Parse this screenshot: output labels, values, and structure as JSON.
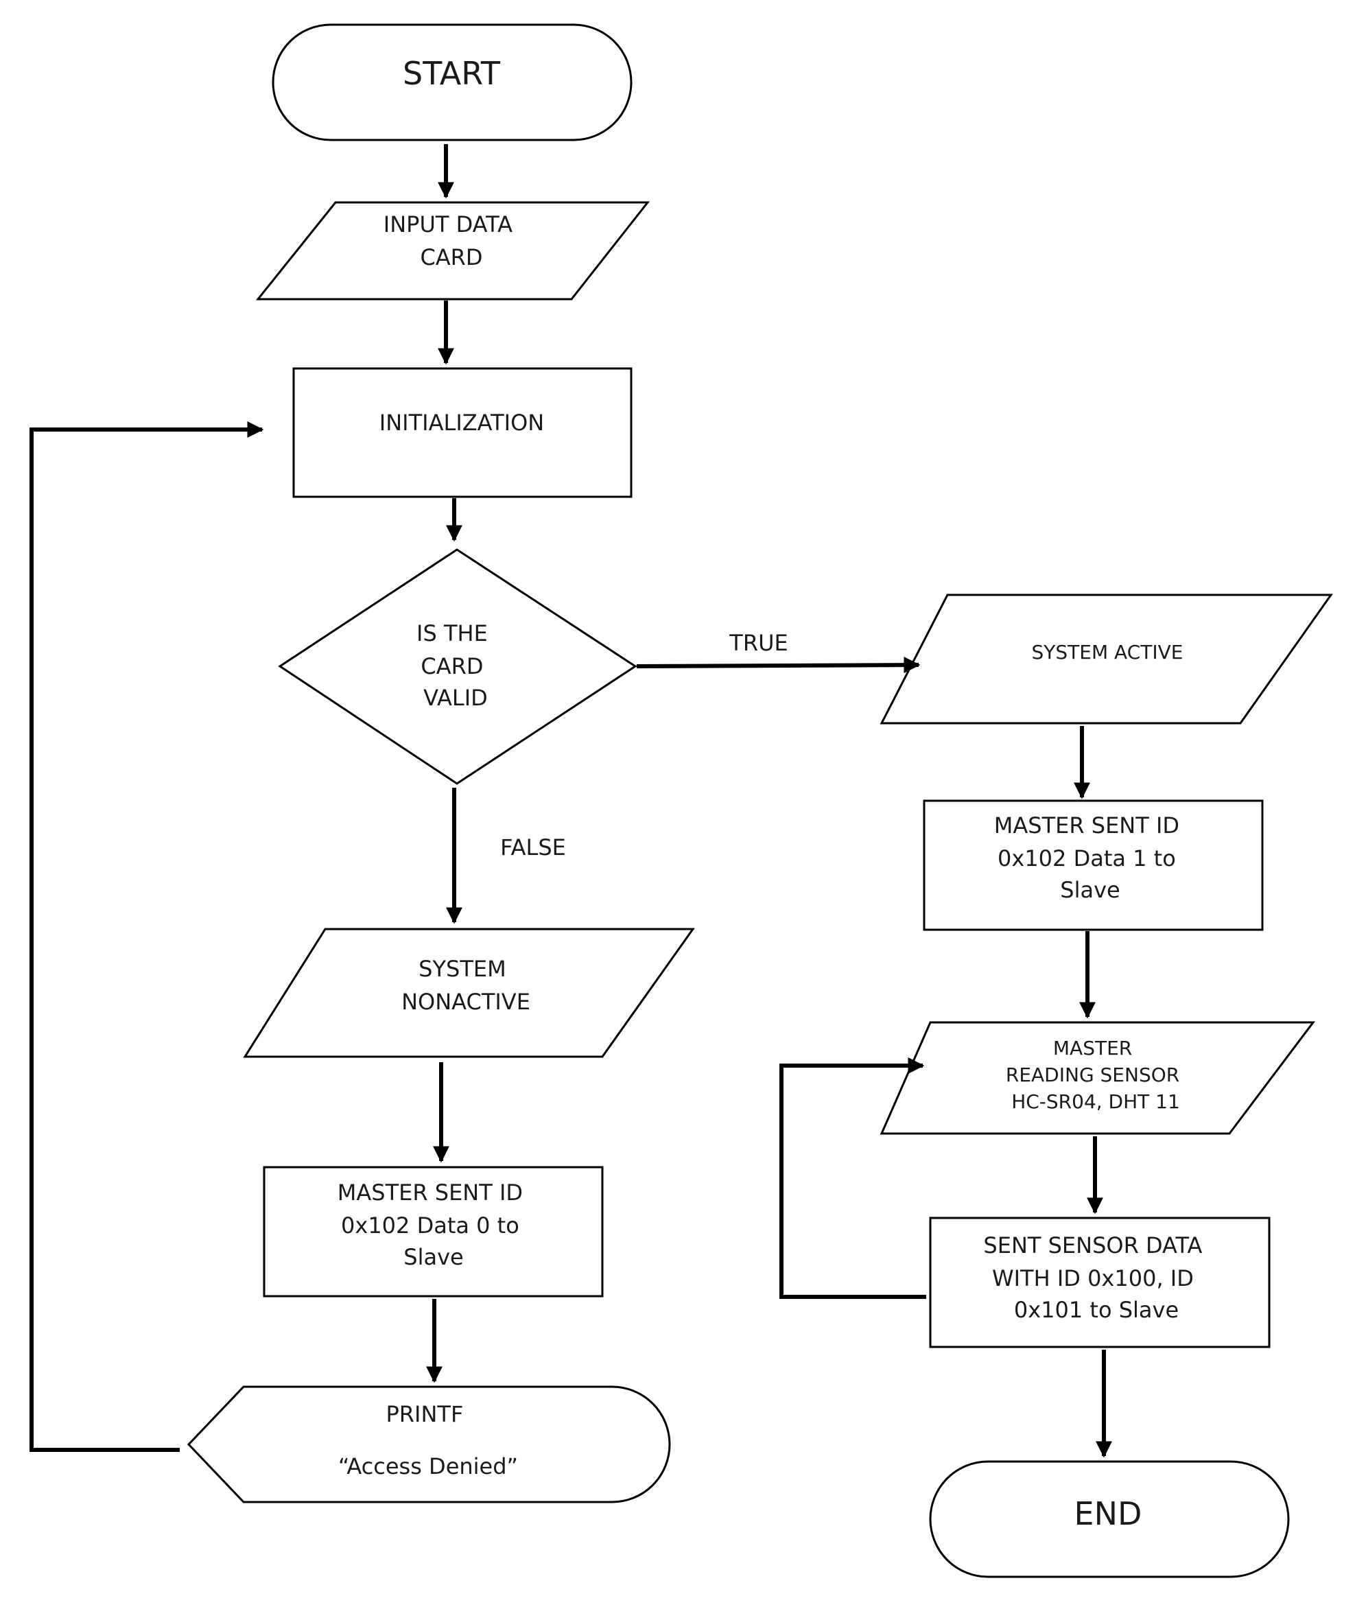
{
  "nodes": {
    "start": "START",
    "input_card": [
      "INPUT DATA",
      "CARD"
    ],
    "initialization": "INITIALIZATION",
    "decision": [
      "IS THE",
      "CARD",
      "VALID"
    ],
    "system_active": "SYSTEM ACTIVE",
    "master_sent_active": [
      "MASTER SENT ID",
      "0x102 Data 1 to",
      "Slave"
    ],
    "master_reading": [
      "MASTER",
      "READING SENSOR",
      "HC-SR04, DHT 11"
    ],
    "sent_sensor": [
      "SENT SENSOR DATA",
      "WITH ID 0x100, ID",
      "0x101 to Slave"
    ],
    "end": "END",
    "system_nonactive": [
      "SYSTEM",
      "NONACTIVE"
    ],
    "master_sent_nonactive": [
      "MASTER SENT ID",
      "0x102 Data 0 to",
      "Slave"
    ],
    "printf": [
      "PRINTF",
      "“Access Denied”"
    ]
  },
  "edges": {
    "true_label": "TRUE",
    "false_label": "FALSE"
  }
}
